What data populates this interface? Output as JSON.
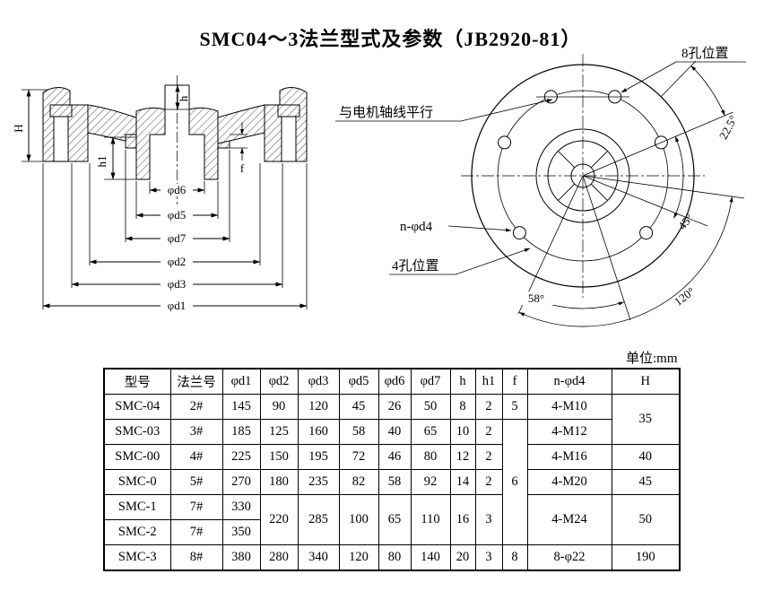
{
  "title": "SMC04～3法兰型式及参数（JB2920-81）",
  "unit_label": "单位:mm",
  "section": {
    "H": "H",
    "h": "h",
    "h1": "h1",
    "f": "f",
    "d6": "φd6",
    "d5": "φd5",
    "d7": "φd7",
    "d2": "φd2",
    "d3": "φd3",
    "d1": "φd1"
  },
  "front": {
    "label_8hole": "8孔位置",
    "label_parallel": "与电机轴线平行",
    "label_nd4": "n-φd4",
    "label_4hole": "4孔位置",
    "a225": "22.5°",
    "a45": "45°",
    "a58": "58°",
    "a120": "120°"
  },
  "table": {
    "headers": [
      "型号",
      "法兰号",
      "φd1",
      "φd2",
      "φd3",
      "φd5",
      "φd6",
      "φd7",
      "h",
      "h1",
      "f",
      "n-φd4",
      "H"
    ],
    "rows": {
      "r1": [
        "SMC-04",
        "2#",
        "145",
        "90",
        "120",
        "45",
        "26",
        "50",
        "8",
        "2",
        "5",
        "4-M10",
        "35"
      ],
      "r2": [
        "SMC-03",
        "3#",
        "185",
        "125",
        "160",
        "58",
        "40",
        "65",
        "10",
        "2",
        "6",
        "4-M12"
      ],
      "r3": [
        "SMC-00",
        "4#",
        "225",
        "150",
        "195",
        "72",
        "46",
        "80",
        "12",
        "2",
        "4-M16",
        "40"
      ],
      "r4": [
        "SMC-0",
        "5#",
        "270",
        "180",
        "235",
        "82",
        "58",
        "92",
        "14",
        "2",
        "4-M20",
        "45"
      ],
      "r5": [
        "SMC-1",
        "7#",
        "330",
        "220",
        "285",
        "100",
        "65",
        "110",
        "16",
        "3",
        "4-M24",
        "50"
      ],
      "r6": [
        "SMC-2",
        "7#",
        "350"
      ],
      "r7": [
        "SMC-3",
        "8#",
        "380",
        "280",
        "340",
        "120",
        "80",
        "140",
        "20",
        "3",
        "8",
        "8-φ22",
        "190"
      ]
    }
  }
}
